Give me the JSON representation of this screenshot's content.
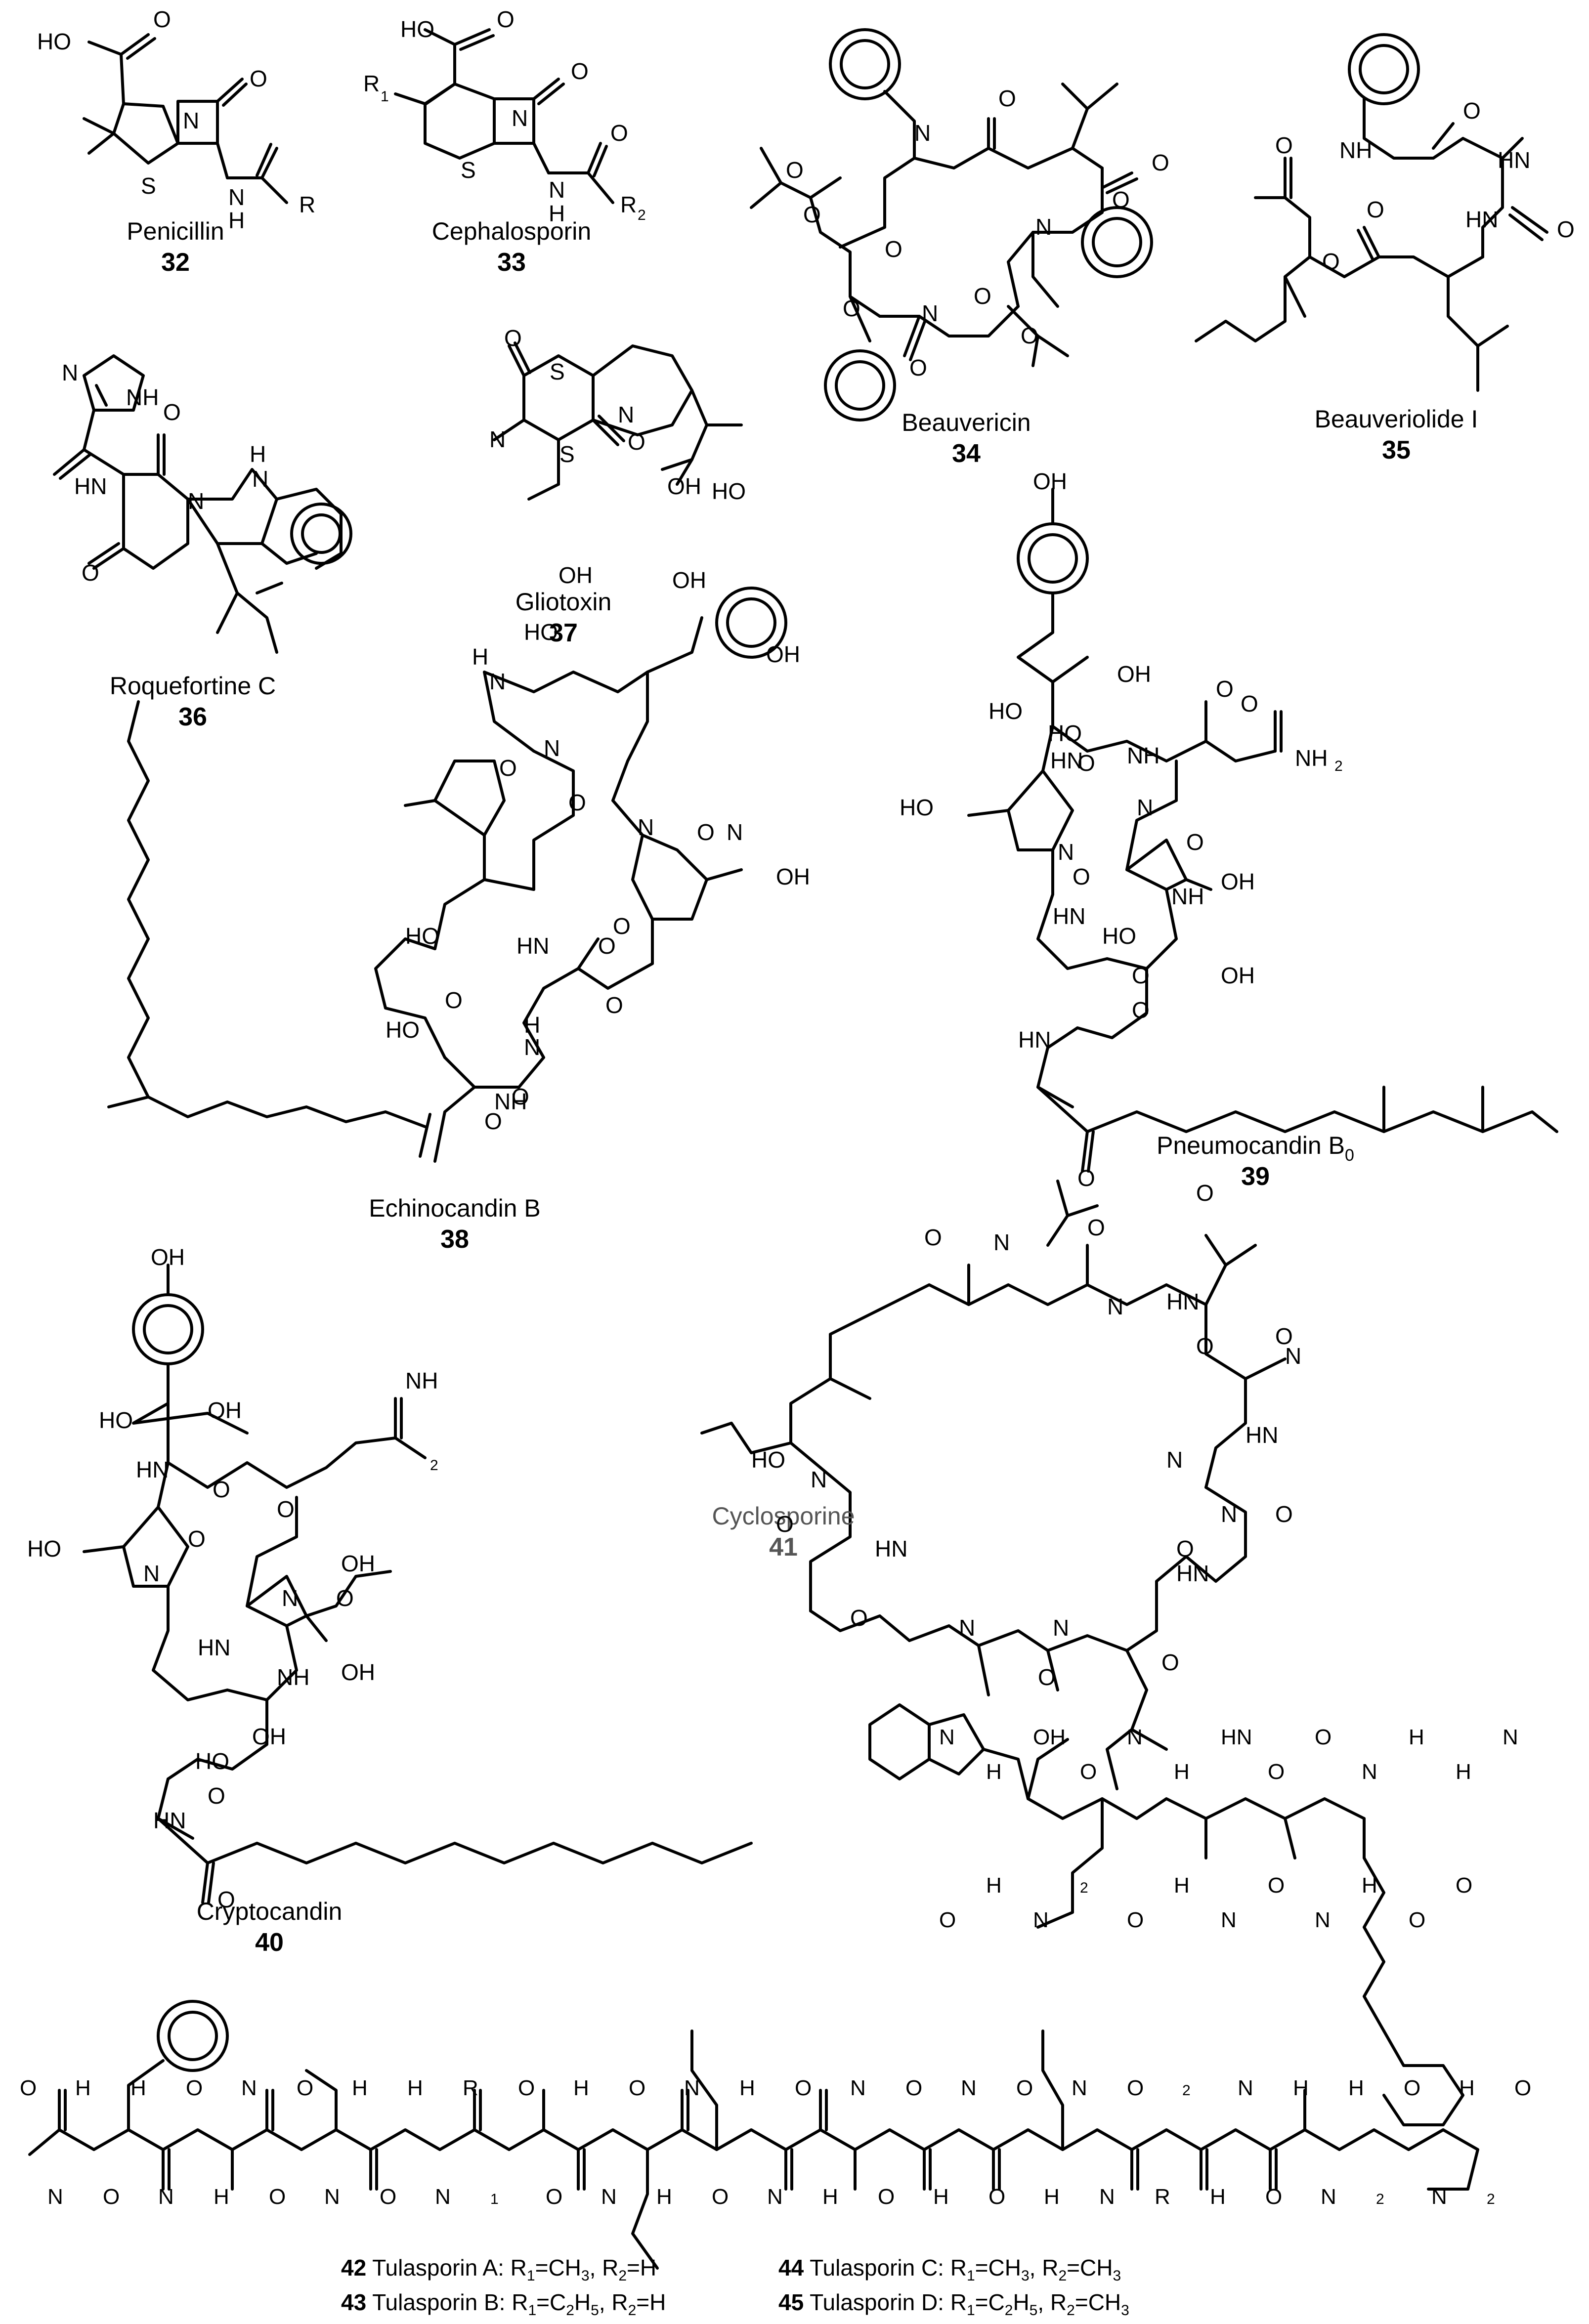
{
  "compounds": [
    {
      "id": "c32",
      "name": "Penicillin",
      "number": "32",
      "atoms": [
        "HO",
        "O",
        "N",
        "S",
        "O",
        "N",
        "H",
        "R"
      ]
    },
    {
      "id": "c33",
      "name": "Cephalosporin",
      "number": "33",
      "atoms": [
        "HO",
        "O",
        "R",
        "1",
        "N",
        "O",
        "S",
        "O",
        "N",
        "H",
        "R",
        "2"
      ]
    },
    {
      "id": "c34",
      "name": "Beauvericin",
      "number": "34",
      "atoms": [
        "N",
        "O",
        "O",
        "O",
        "O",
        "O",
        "N",
        "N",
        "O",
        "O",
        "O",
        "O",
        "O"
      ]
    },
    {
      "id": "c35",
      "name": "Beauveriolide I",
      "number": "35",
      "atoms": [
        "O",
        "NH",
        "O",
        "HN",
        "HN",
        "O",
        "O",
        "O"
      ]
    },
    {
      "id": "c36",
      "name": "Roquefortine C",
      "number": "36",
      "atoms": [
        "N",
        "NH",
        "O",
        "N",
        "H",
        "N",
        "HN",
        "O"
      ]
    },
    {
      "id": "c37",
      "name": "Gliotoxin",
      "number": "37",
      "atoms": [
        "O",
        "S",
        "N",
        "S",
        "N",
        "O",
        "OH",
        "HO"
      ]
    },
    {
      "id": "c38",
      "name": "Echinocandin B",
      "number": "38",
      "atoms": [
        "OH",
        "HO",
        "OH",
        "H",
        "N",
        "OH",
        "N",
        "O",
        "O",
        "N",
        "O",
        "N",
        "OH",
        "HO",
        "O",
        "H",
        "N",
        "O",
        "HN",
        "O",
        "O",
        "HO",
        "O",
        "NH",
        "O"
      ]
    },
    {
      "id": "c39",
      "name": "Pneumocandin B",
      "number": "39",
      "sub": "0",
      "atoms": [
        "OH",
        "HO",
        "OH",
        "HO",
        "HN",
        "O",
        "NH",
        "O",
        "NH",
        "2",
        "O",
        "HO",
        "N",
        "O",
        "N",
        "O",
        "NH",
        "HN",
        "OH",
        "O",
        "HO",
        "OH",
        "O",
        "HN",
        "O"
      ]
    },
    {
      "id": "c40",
      "name": "Cryptocandin",
      "number": "40",
      "atoms": [
        "OH",
        "HO",
        "OH",
        "HN",
        "O",
        "NH",
        "2",
        "HO",
        "N",
        "O",
        "O",
        "N",
        "OH",
        "O",
        "NH",
        "HN",
        "OH",
        "HO",
        "OH",
        "O",
        "HN",
        "O"
      ]
    },
    {
      "id": "c41",
      "name": "Cyclosporine",
      "number": "41",
      "atoms": [
        "O",
        "N",
        "O",
        "N",
        "HN",
        "O",
        "O",
        "N",
        "HN",
        "O",
        "N",
        "O",
        "HO",
        "N",
        "O",
        "HN",
        "O",
        "N",
        "N",
        "O",
        "O",
        "N",
        "O",
        "HN"
      ]
    }
  ],
  "tulasporin_chain": {
    "atoms": [
      "O",
      "N",
      "H",
      "O",
      "H",
      "N",
      "O",
      "H",
      "N",
      "O",
      "O",
      "N",
      "H",
      "O",
      "H",
      "N",
      "R",
      "1",
      "O",
      "O",
      "H",
      "N",
      "O",
      "H",
      "N",
      "O",
      "H",
      "N",
      "O",
      "H",
      "N",
      "O",
      "O",
      "H",
      "N",
      "O",
      "O",
      "H",
      "N",
      "N",
      "O",
      "R",
      "2",
      "H",
      "N",
      "O",
      "H",
      "N",
      "H",
      "2",
      "O",
      "N",
      "H",
      "2",
      "O"
    ],
    "upper_atoms": [
      "N",
      "H",
      "OH",
      "O",
      "N",
      "H",
      "HN",
      "O",
      "O",
      "N",
      "H",
      "H",
      "N",
      "O",
      "H",
      "N",
      "2",
      "O",
      "H",
      "N",
      "O",
      "N",
      "H",
      "O",
      "O"
    ]
  },
  "captions": [
    {
      "num": "42",
      "text": " Tulasporin A: R",
      "s1": "1",
      "mid": "=CH",
      "s2": "3",
      "end": ", R",
      "s3": "2",
      "tail": "=H"
    },
    {
      "num": "43",
      "text": " Tulasporin B: R",
      "s1": "1",
      "mid": "=C",
      "s2": "2",
      "mid2": "H",
      "s4": "5",
      "end": ", R",
      "s3": "2",
      "tail": "=H"
    },
    {
      "num": "44",
      "text": " Tulasporin C: R",
      "s1": "1",
      "mid": "=CH",
      "s2": "3",
      "end": ", R",
      "s3": "2",
      "tail": "=CH",
      "s5": "3"
    },
    {
      "num": "45",
      "text": " Tulasporin D: R",
      "s1": "1",
      "mid": "=C",
      "s2": "2",
      "mid2": "H",
      "s4": "5",
      "end": ", R",
      "s3": "2",
      "tail": "=CH",
      "s5": "3"
    }
  ],
  "colors": {
    "ink": "#000000",
    "grey_label": "#555555",
    "background": "#ffffff"
  }
}
